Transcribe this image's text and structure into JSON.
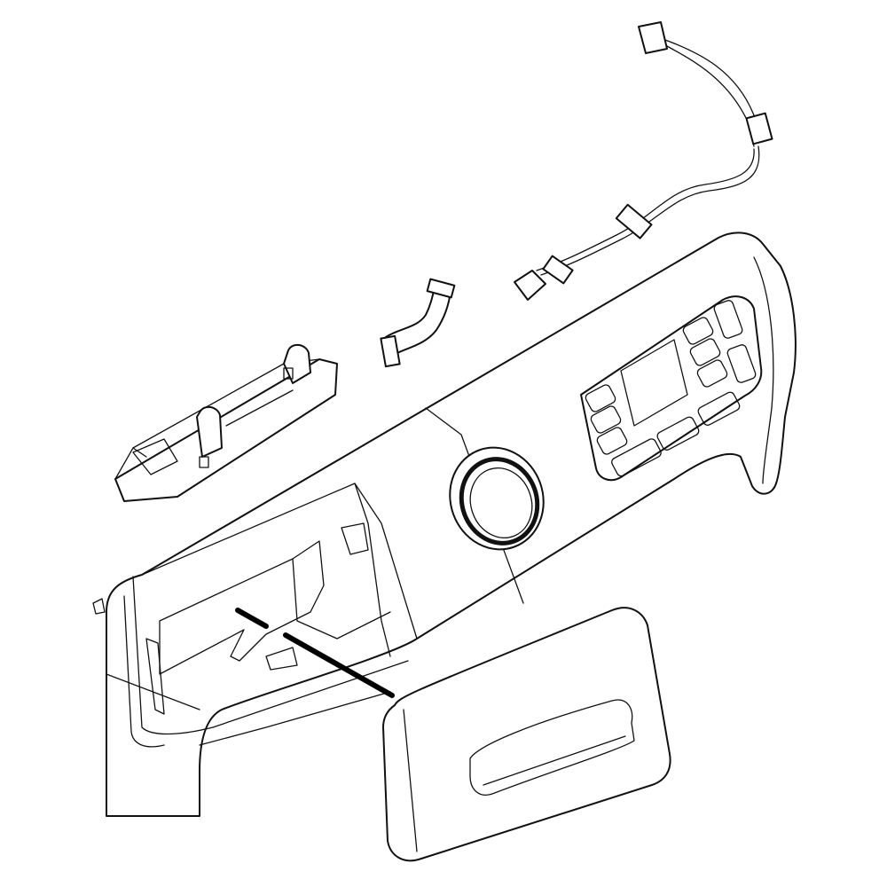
{
  "diagram": {
    "parts": [
      {
        "name": "control-panel-console"
      },
      {
        "name": "display-control-board"
      },
      {
        "name": "selector-knob"
      },
      {
        "name": "dispenser-drawer-handle"
      },
      {
        "name": "wire-harness"
      },
      {
        "name": "ribbon-cable"
      },
      {
        "name": "door-lock-bracket"
      }
    ],
    "colors": {
      "line": "#111111",
      "background": "#ffffff"
    }
  }
}
